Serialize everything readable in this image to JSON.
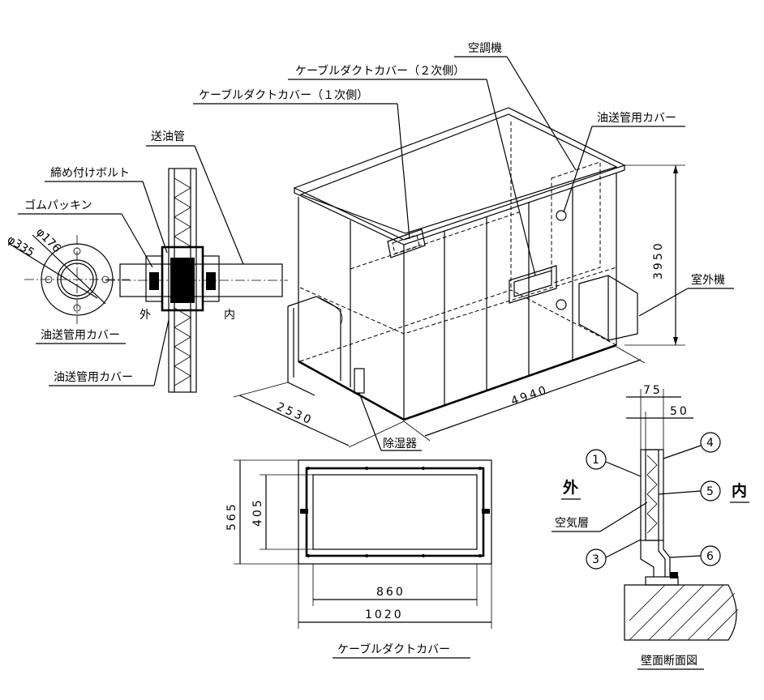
{
  "labels": {
    "air_conditioner": "空調機",
    "cable_cover_secondary": "ケーブルダクトカバー（２次側）",
    "cable_cover_primary": "ケーブルダクトカバー（１次側）",
    "oil_pipe_cover_top": "油送管用カバー",
    "oil_pipe": "送油管",
    "fastening_bolt": "締め付けボルト",
    "rubber_packing": "ゴムパッキン",
    "oil_pipe_cover_left": "油送管用カバー",
    "oil_pipe_cover_wall": "油送管用カバー",
    "outdoor_unit": "室外機",
    "dehumidifier": "除湿器",
    "outside_small": "外",
    "inside_small": "内",
    "outside_big": "外",
    "inside_big": "内",
    "air_layer": "空気層",
    "wall_section": "壁面断面図",
    "cable_cover_title": "ケーブルダクトカバー"
  },
  "dimensions": {
    "height": "3950",
    "length": "4940",
    "width": "2530",
    "dia_inner": "φ176",
    "dia_outer": "φ335",
    "cover_height_outer": "565",
    "cover_height_inner": "405",
    "cover_width_inner": "860",
    "cover_width_outer": "1020",
    "wall_total": "75",
    "wall_inner": "50"
  },
  "callouts": [
    "1",
    "3",
    "4",
    "5",
    "6"
  ]
}
